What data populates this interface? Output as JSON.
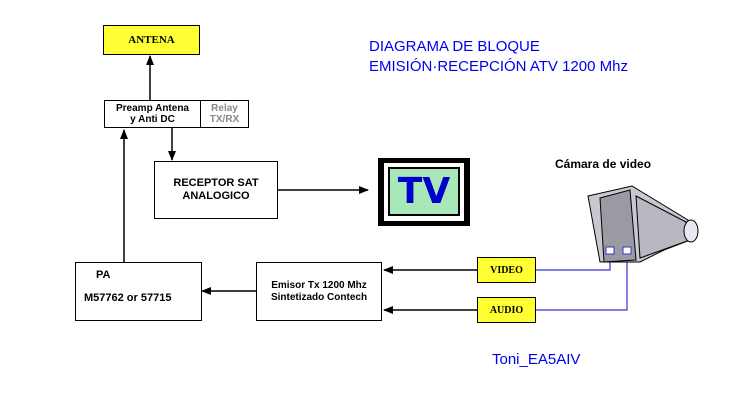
{
  "title": {
    "line1": "DIAGRAMA DE BLOQUE",
    "line2": "EMISIÓN·RECEPCIÓN  ATV 1200 Mhz"
  },
  "blocks": {
    "antena": "ANTENA",
    "preamp_line1": "Preamp  Antena",
    "preamp_line2": "y Anti DC",
    "relay_line1": "Relay",
    "relay_line2": "TX/RX",
    "receptor_line1": "RECEPTOR SAT",
    "receptor_line2": "ANALOGICO",
    "tv": "TV",
    "pa_line1": "PA",
    "pa_line2": "M57762 or 57715",
    "emisor_line1": "Emisor Tx 1200 Mhz",
    "emisor_line2": "Sintetizado Contech",
    "video": "VIDEO",
    "audio": "AUDIO"
  },
  "camera_label": "Cámara de video",
  "author": "Toni_EA5AIV",
  "colors": {
    "title_blue": "#0000ee",
    "box_yellow": "#ffff33",
    "tv_screen": "#a8e8b8",
    "tv_text": "#0000cc",
    "relay_gray": "#888888",
    "camera_gray": "#b0b0b8",
    "camera_line": "#3333cc"
  }
}
